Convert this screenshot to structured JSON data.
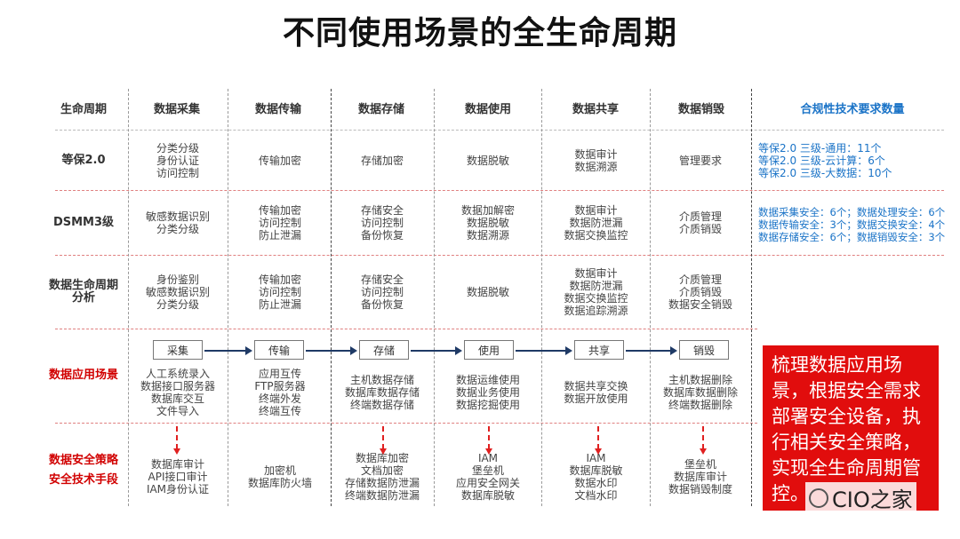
{
  "title": "不同使用场景的全生命周期",
  "columns": [
    "生命周期",
    "数据采集",
    "数据传输",
    "数据存储",
    "数据使用",
    "数据共享",
    "数据销毁",
    "合规性技术要求数量"
  ],
  "rows": {
    "dengbao": {
      "label": "等保2.0",
      "cells": [
        [
          "分类分级",
          "身份认证",
          "访问控制"
        ],
        [
          "传输加密"
        ],
        [
          "存储加密"
        ],
        [
          "数据脱敏"
        ],
        [
          "数据审计",
          "数据溯源"
        ],
        [
          "管理要求"
        ]
      ],
      "compliance": [
        "等保2.0 三级-通用：11个",
        "等保2.0 三级-云计算：6个",
        "等保2.0 三级-大数据：10个"
      ]
    },
    "dsmm": {
      "label": "DSMM3级",
      "cells": [
        [
          "敏感数据识别",
          "分类分级"
        ],
        [
          "传输加密",
          "访问控制",
          "防止泄漏"
        ],
        [
          "存储安全",
          "访问控制",
          "备份恢复"
        ],
        [
          "数据加解密",
          "数据脱敏",
          "数据溯源"
        ],
        [
          "数据审计",
          "数据防泄漏",
          "数据交换监控"
        ],
        [
          "介质管理",
          "介质销毁"
        ]
      ],
      "compliance": [
        "数据采集安全：6个；数据处理安全：6个",
        "数据传输安全：3个；数据交换安全：4个",
        "数据存储安全：6个；数据销毁安全：3个"
      ]
    },
    "analysis": {
      "label_line1": "数据生命周期",
      "label_line2": "分析",
      "cells": [
        [
          "身份鉴别",
          "敏感数据识别",
          "分类分级"
        ],
        [
          "传输加密",
          "访问控制",
          "防止泄漏"
        ],
        [
          "存储安全",
          "访问控制",
          "备份恢复"
        ],
        [
          "数据脱敏"
        ],
        [
          "数据审计",
          "数据防泄漏",
          "数据交换监控",
          "数据追踪溯源"
        ],
        [
          "介质管理",
          "介质销毁",
          "数据安全销毁"
        ]
      ]
    },
    "scenario": {
      "label": "数据应用场景",
      "stages": [
        "采集",
        "传输",
        "存储",
        "使用",
        "共享",
        "销毁"
      ],
      "cells": [
        [
          "人工系统录入",
          "数据接口服务器",
          "数据库交互",
          "文件导入"
        ],
        [
          "应用互传",
          "FTP服务器",
          "终端外发",
          "终端互传"
        ],
        [
          "主机数据存储",
          "数据库数据存储",
          "终端数据存储"
        ],
        [
          "数据运维使用",
          "数据业务使用",
          "数据挖掘使用"
        ],
        [
          "数据共享交换",
          "数据开放使用"
        ],
        [
          "主机数据删除",
          "数据库数据删除",
          "终端数据删除"
        ]
      ]
    },
    "strategy": {
      "label_line1": "数据安全策略",
      "label_line2": "安全技术手段",
      "cells": [
        [
          "数据库审计",
          "API接口审计",
          "IAM身份认证"
        ],
        [
          "加密机",
          "数据库防火墙"
        ],
        [
          "数据库加密",
          "文档加密",
          "存储数据防泄漏",
          "终端数据防泄漏"
        ],
        [
          "IAM",
          "堡垒机",
          "应用安全网关",
          "数据库脱敏"
        ],
        [
          "IAM",
          "数据库脱敏",
          "数据水印",
          "文档水印"
        ],
        [
          "堡垒机",
          "数据库审计",
          "数据销毁制度"
        ]
      ]
    }
  },
  "callout": "梳理数据应用场景，根据安全需求部署安全设备，执行相关安全策略，实现全生命周期管控。",
  "watermark": "CIO之家",
  "colors": {
    "accent_red": "#e10d0d",
    "accent_blue": "#1a73c7",
    "arrow_navy": "#1f3a66"
  }
}
